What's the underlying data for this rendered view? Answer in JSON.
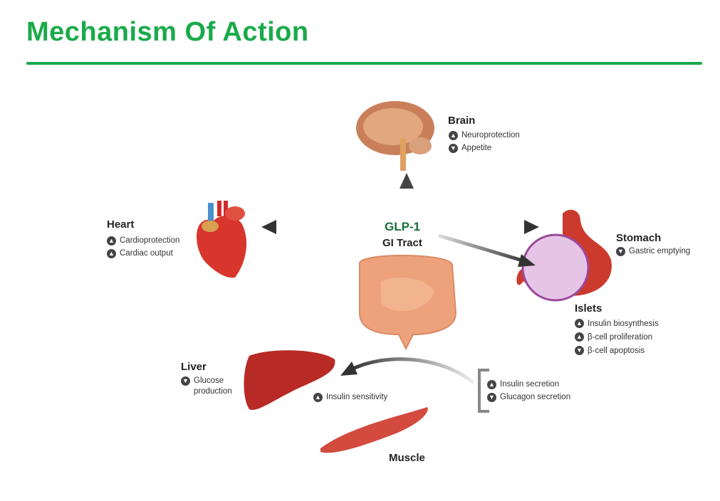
{
  "title": "Mechanism Of Action",
  "center": {
    "hormone": "GLP-1",
    "source": "GI Tract"
  },
  "organs": {
    "brain": {
      "name": "Brain",
      "effects": [
        {
          "dir": "up",
          "label": "Neuroprotection"
        },
        {
          "dir": "down",
          "label": "Appetite"
        }
      ]
    },
    "heart": {
      "name": "Heart",
      "effects": [
        {
          "dir": "up",
          "label": "Cardioprotection"
        },
        {
          "dir": "up",
          "label": "Cardiac output"
        }
      ]
    },
    "stomach": {
      "name": "Stomach",
      "effects": [
        {
          "dir": "down",
          "label": "Gastric emptying"
        }
      ]
    },
    "islets": {
      "name": "Islets",
      "effects": [
        {
          "dir": "up",
          "label": "Insulin biosynthesis"
        },
        {
          "dir": "up",
          "label": "β-cell proliferation"
        },
        {
          "dir": "down",
          "label": "β-cell apoptosis"
        }
      ]
    },
    "liver": {
      "name": "Liver",
      "effects": [
        {
          "dir": "down",
          "label": "Glucose production"
        }
      ]
    },
    "muscle": {
      "name": "Muscle"
    }
  },
  "pancreas_effects": [
    {
      "dir": "up",
      "label": "Insulin secretion"
    },
    {
      "dir": "down",
      "label": "Glucagon secretion"
    }
  ],
  "liver_muscle_effect": {
    "dir": "up",
    "label": "Insulin sensitivity"
  },
  "icons": {
    "up": "▲",
    "down": "▼"
  }
}
